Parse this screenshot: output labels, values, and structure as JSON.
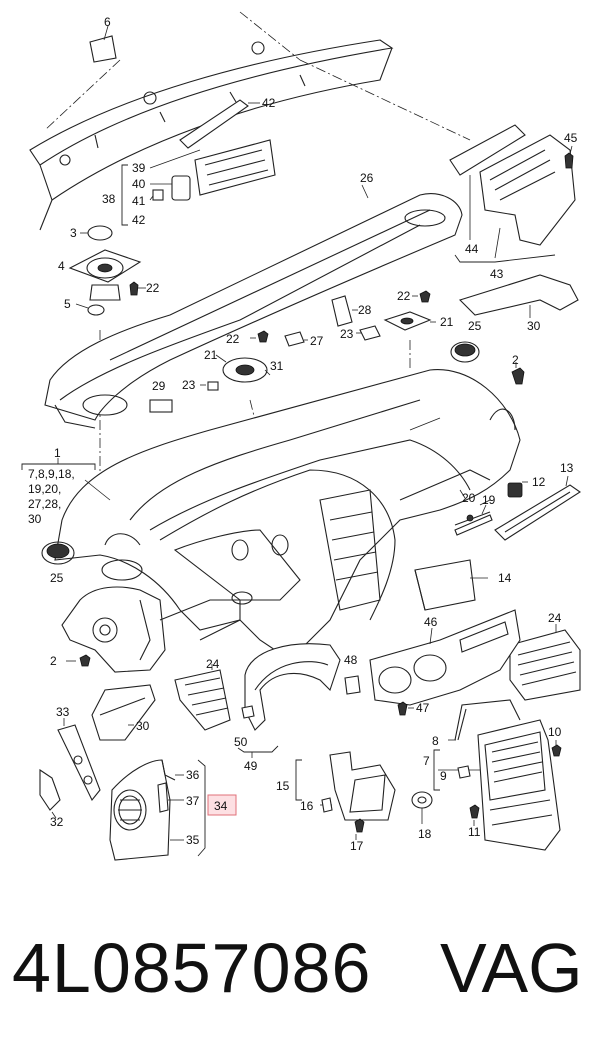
{
  "callouts": {
    "c6": "6",
    "c42a": "42",
    "c39": "39",
    "c38": "38",
    "c40": "40",
    "c41": "41",
    "c42b": "42",
    "c26": "26",
    "c45": "45",
    "c3": "3",
    "c4": "4",
    "c22a": "22",
    "c5": "5",
    "c44": "44",
    "c43": "43",
    "c22b": "22",
    "c28": "28",
    "c21a": "21",
    "c30a": "30",
    "c22c": "22",
    "c27": "27",
    "c23a": "23",
    "c25a": "25",
    "c21b": "21",
    "c31": "31",
    "c29": "29",
    "c23b": "23",
    "c2a": "2",
    "c1": "1",
    "c12": "12",
    "c13": "13",
    "c20": "20",
    "c19": "19",
    "c25b": "25",
    "c14": "14",
    "c46": "46",
    "c24a": "24",
    "c2b": "2",
    "c24b": "24",
    "c48": "48",
    "c33": "33",
    "c30b": "30",
    "c47": "47",
    "c50": "50",
    "c49": "49",
    "c8": "8",
    "c10": "10",
    "c7": "7",
    "c9": "9",
    "c36": "36",
    "c15": "15",
    "c37": "37",
    "c34": "34",
    "c16": "16",
    "c32": "32",
    "c35": "35",
    "c17": "17",
    "c18": "18",
    "c11": "11"
  },
  "group_1_lines": [
    "7,8,9,18,",
    "19,20,",
    "27,28,",
    "30"
  ],
  "highlighted_callout_color": "#e0707a",
  "footer": {
    "part_number": "4L0857086",
    "brand": "VAG"
  }
}
